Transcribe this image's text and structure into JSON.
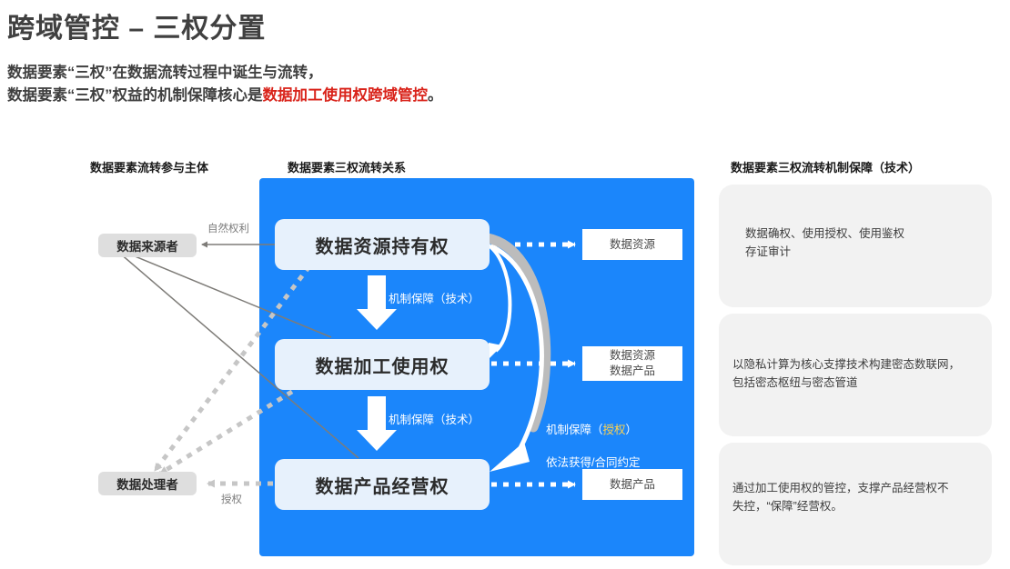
{
  "page_title": "跨域管控 – 三权分置",
  "subtitle": {
    "line1": "数据要素“三权”在数据流转过程中诞生与流转，",
    "line2_prefix": "数据要素“三权”权益的机制保障核心是",
    "line2_highlight": "数据加工使用权跨域管控",
    "line2_suffix": "。"
  },
  "columns": {
    "subjects_heading": "数据要素流转参与主体",
    "rights_heading": "数据要素三权流转关系",
    "tech_heading": "数据要素三权流转机制保障（技术）"
  },
  "subjects": [
    {
      "id": "source",
      "label": "数据来源者"
    },
    {
      "id": "processor",
      "label": "数据处理者"
    }
  ],
  "subject_edge_labels": {
    "natural_right": "自然权利",
    "authorize": "授权"
  },
  "rights": [
    {
      "id": "holding",
      "label": "数据资源持有权"
    },
    {
      "id": "processing-use",
      "label": "数据加工使用权"
    },
    {
      "id": "product-operation",
      "label": "数据产品经营权"
    }
  ],
  "outputs": [
    {
      "id": "out-1",
      "label": "数据资源"
    },
    {
      "id": "out-2",
      "label": "数据资源\n数据产品"
    },
    {
      "id": "out-3",
      "label": "数据产品"
    }
  ],
  "panel_labels": {
    "mechanism_tech_1": "机制保障（技术）",
    "mechanism_tech_2": "机制保障（技术）",
    "mechanism_auth_prefix": "机制保障（",
    "mechanism_auth_amber": "授权",
    "mechanism_auth_suffix": "）",
    "mechanism_auth_line2": "依法获得/合同约定"
  },
  "tech_cards": [
    {
      "id": "card-1",
      "text": "数据确权、使用授权、使用鉴权\n存证审计"
    },
    {
      "id": "card-2",
      "text": "以隐私计算为核心支撑技术构建密态数联网，\n包括密态枢纽与密态管道"
    },
    {
      "id": "card-3",
      "text": "通过加工使用权的管控，支撑产品经营权不\n失控，“保障”经营权。"
    }
  ],
  "colors": {
    "panel_blue": "#1b86fb",
    "right_box_fill": "#e7f1fc",
    "card_grey": "#f2f2f2",
    "subject_grey": "#dedede",
    "highlight_red": "#d9231a",
    "amber": "#ffd24d",
    "connector_grey": "#7e7c78",
    "dotted_grey": "#c6c6c6"
  }
}
